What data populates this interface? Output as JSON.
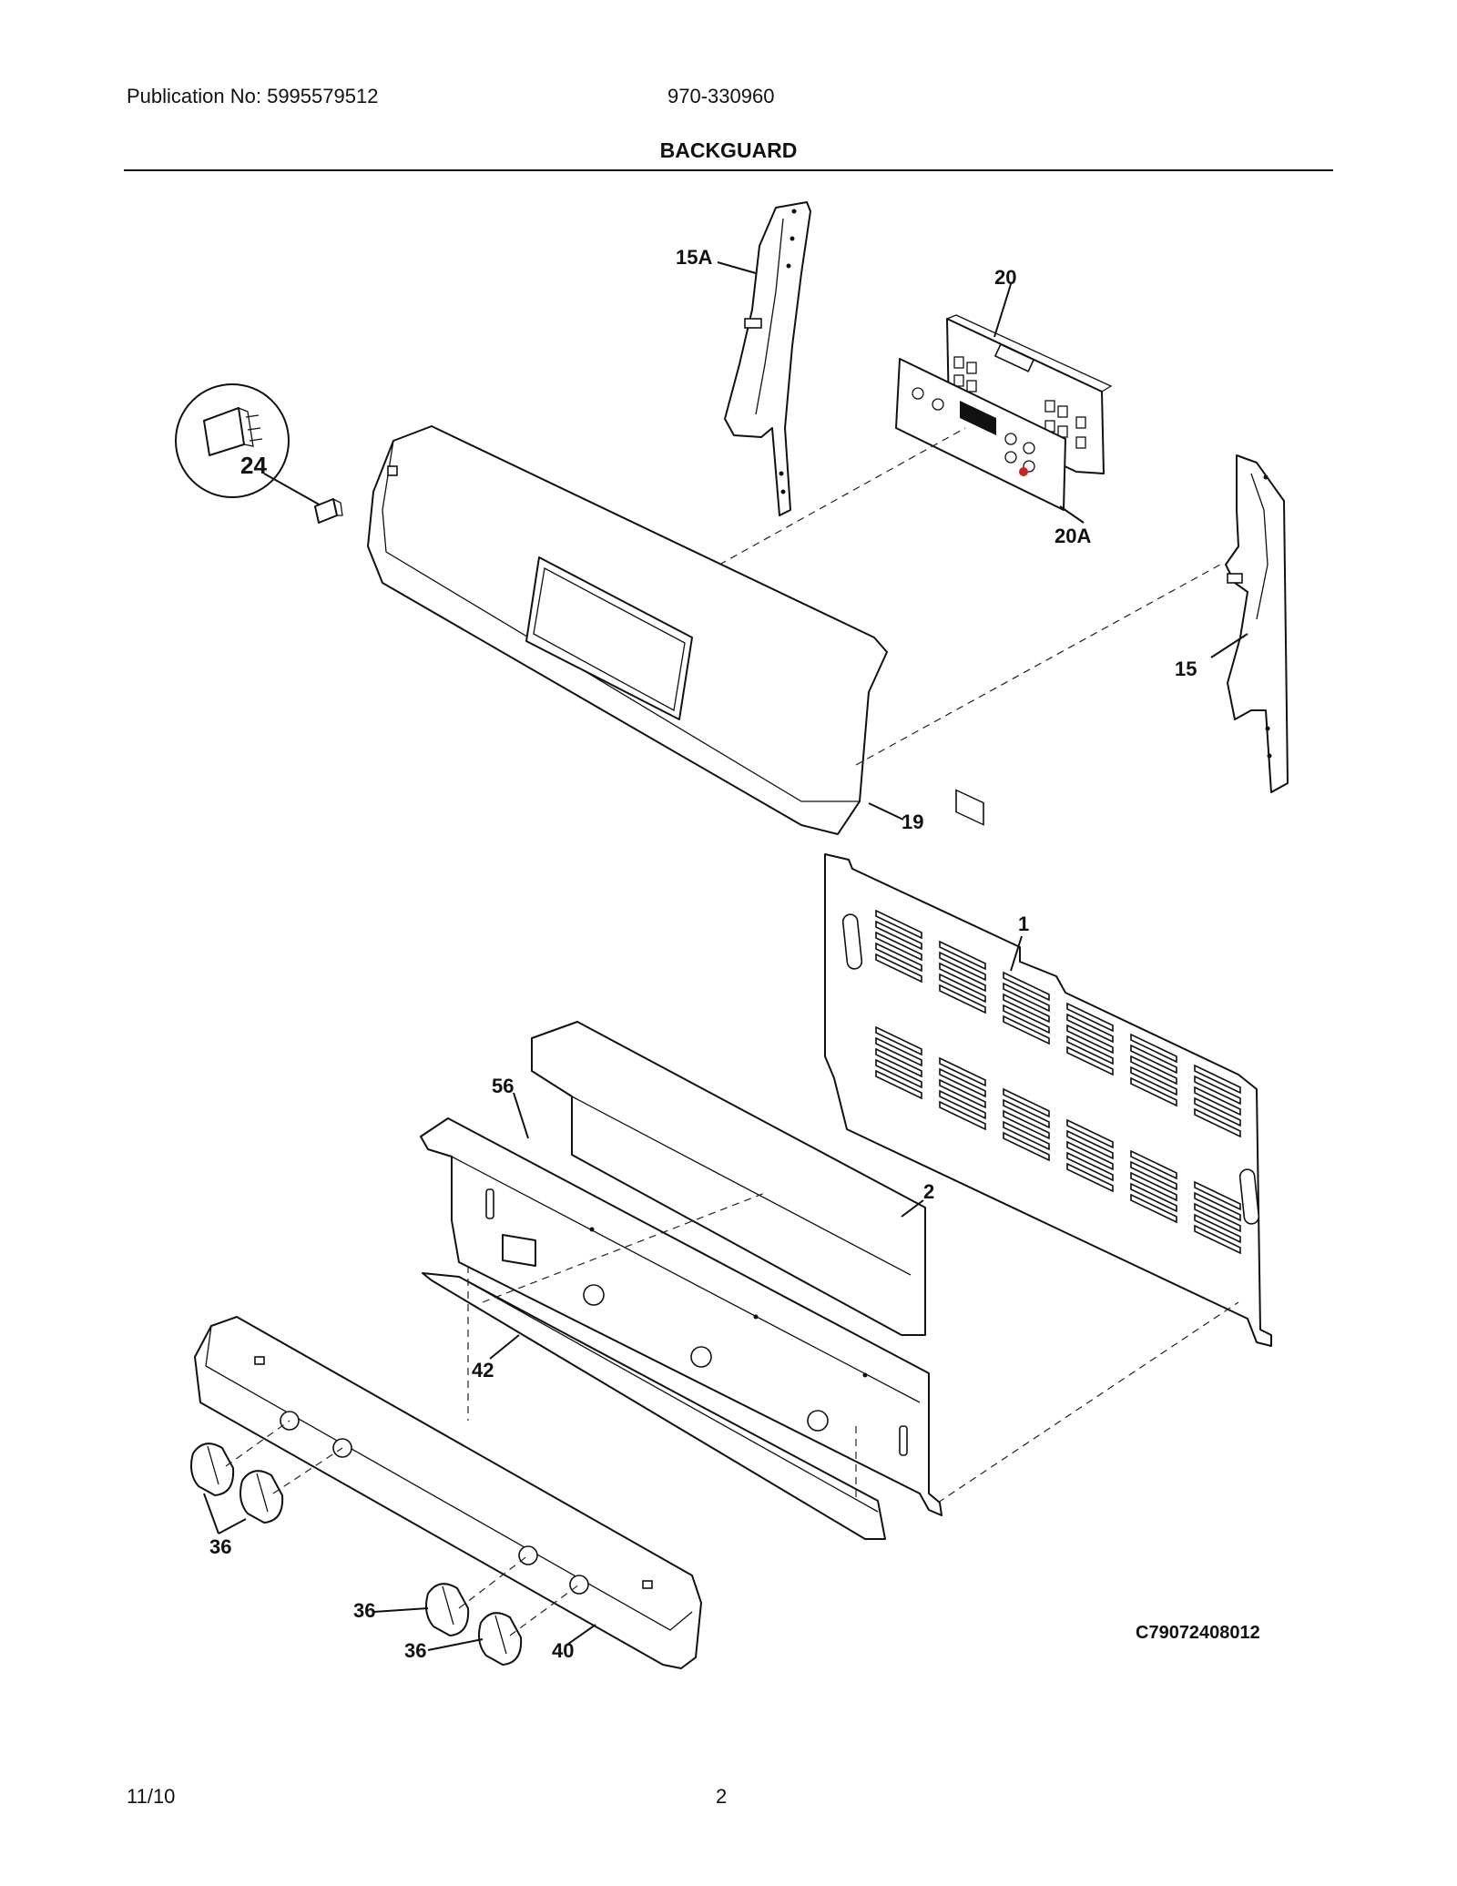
{
  "header": {
    "publication": "Publication No: 5995579512",
    "model": "970-330960",
    "title": "BACKGUARD"
  },
  "diagram": {
    "callouts": {
      "c15a": "15A",
      "c20": "20",
      "c20a": "20A",
      "c24": "24",
      "c15": "15",
      "c19": "19",
      "c1": "1",
      "c56": "56",
      "c2": "2",
      "c42": "42",
      "c36a": "36",
      "c36b": "36",
      "c36c": "36",
      "c40": "40"
    },
    "code": "C79072408012"
  },
  "footer": {
    "date": "11/10",
    "page": "2"
  }
}
